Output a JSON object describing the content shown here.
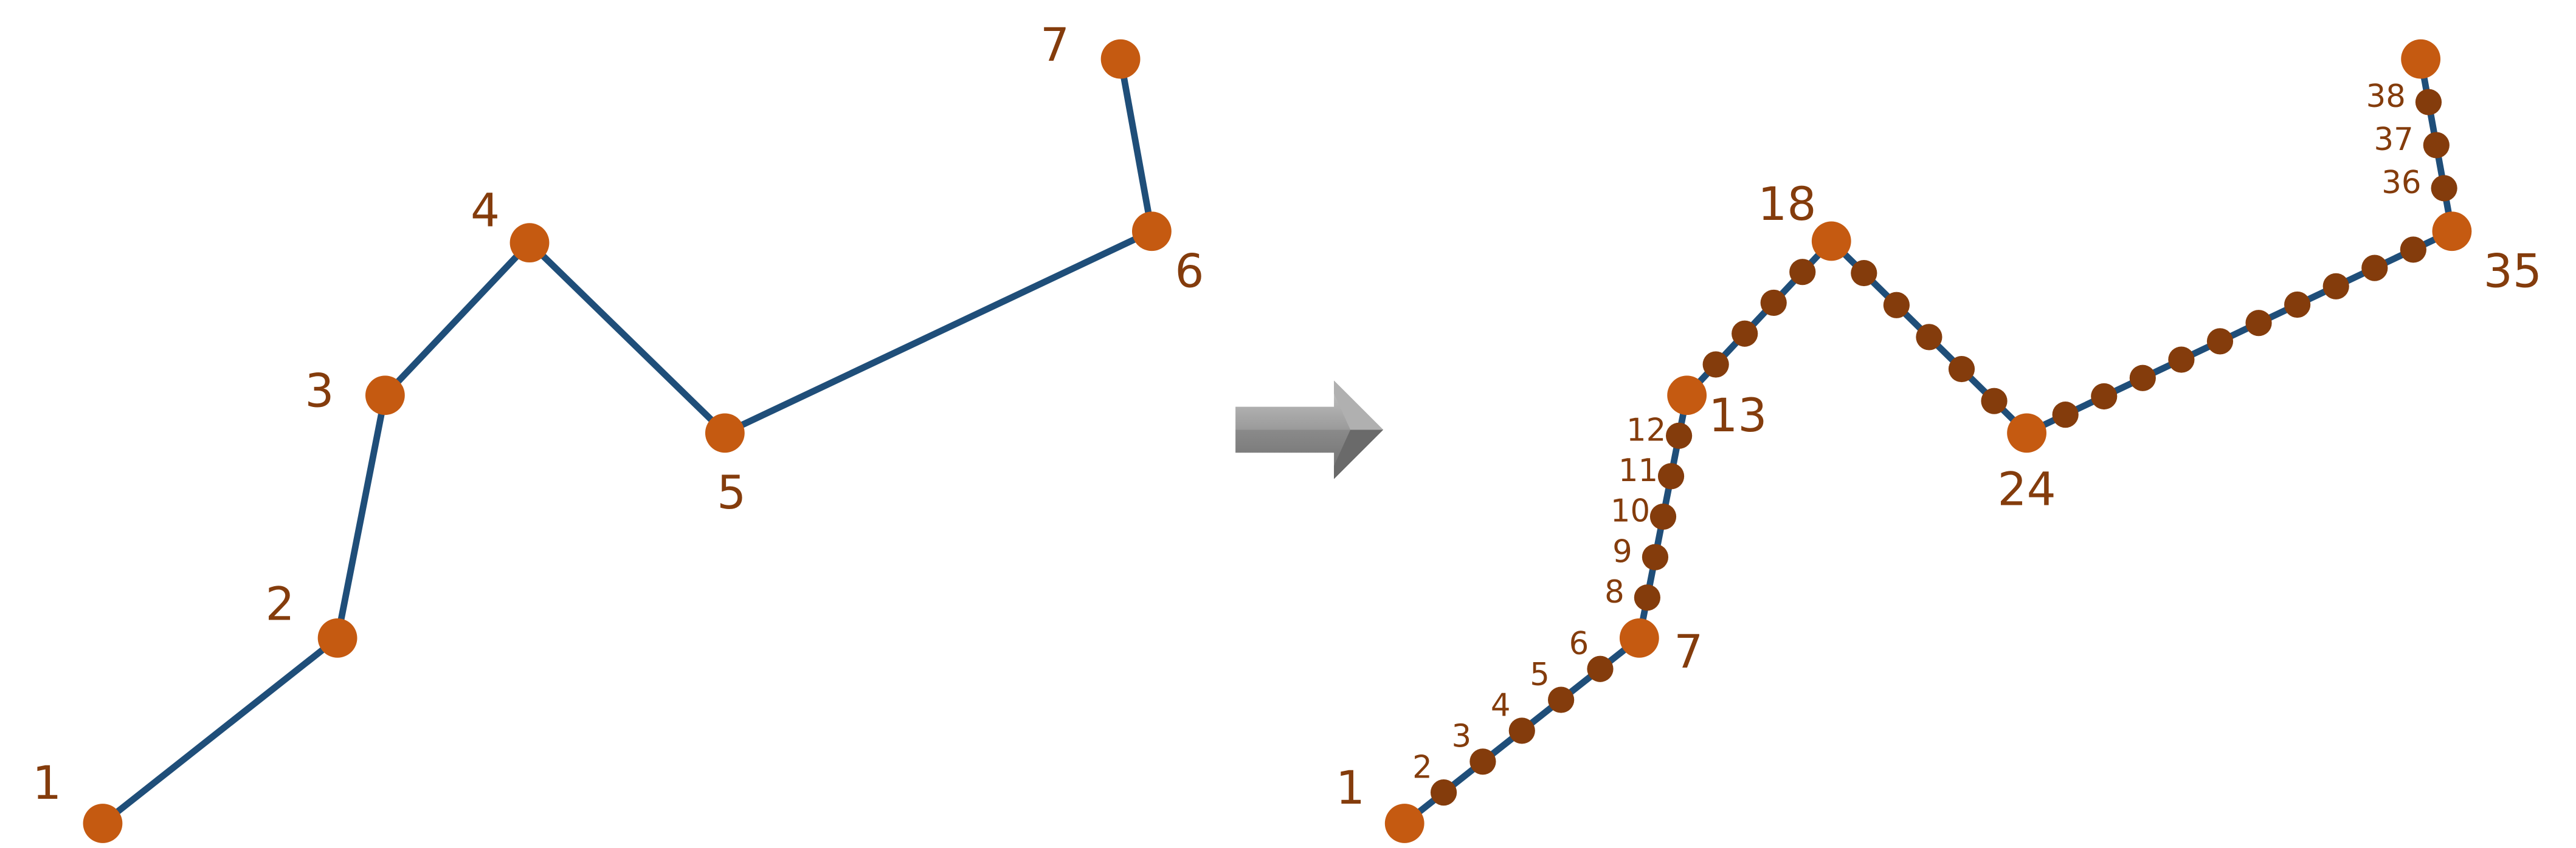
{
  "colors": {
    "line": "#1f4e79",
    "major_point": "#c55a11",
    "minor_point": "#843c0c",
    "label": "#843c0c",
    "arrow": "#8c8c8c"
  },
  "left_diagram": {
    "point_labels": [
      "1",
      "2",
      "3",
      "4",
      "5",
      "6",
      "7"
    ]
  },
  "arrow_icon": "right-arrow-icon",
  "right_diagram": {
    "major_point_labels": [
      "1",
      "7",
      "13",
      "18",
      "24",
      "35",
      ""
    ],
    "minor_point_labels": [
      "2",
      "3",
      "4",
      "5",
      "6",
      "8",
      "9",
      "10",
      "11",
      "12",
      "36",
      "37",
      "38"
    ],
    "total_points": 39
  }
}
